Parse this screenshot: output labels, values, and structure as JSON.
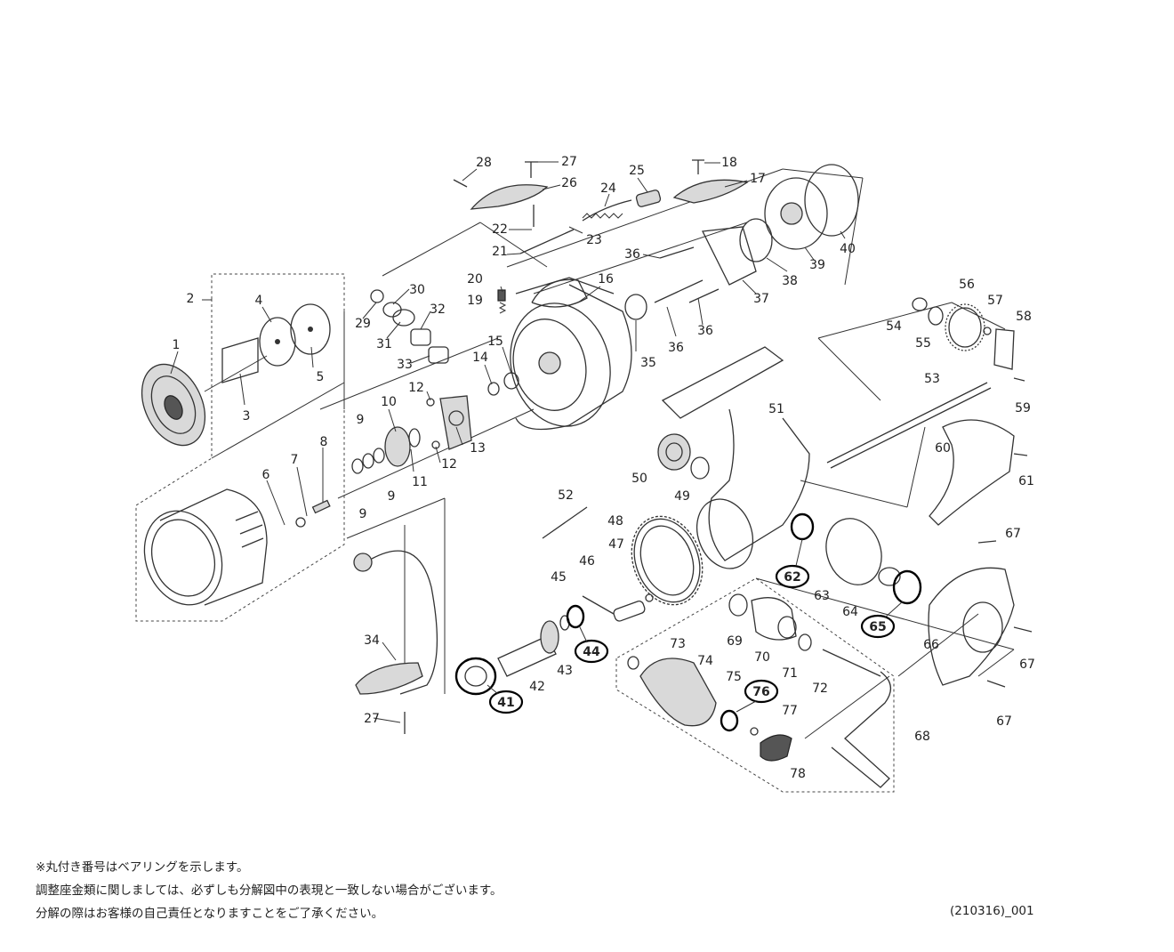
{
  "part_labels": [
    {
      "id": "p1",
      "num": "1"
    },
    {
      "id": "p2",
      "num": "2"
    },
    {
      "id": "p3",
      "num": "3"
    },
    {
      "id": "p4",
      "num": "4"
    },
    {
      "id": "p5",
      "num": "5"
    },
    {
      "id": "p6",
      "num": "6"
    },
    {
      "id": "p7",
      "num": "7"
    },
    {
      "id": "p8",
      "num": "8"
    },
    {
      "id": "p9a",
      "num": "9"
    },
    {
      "id": "p9b",
      "num": "9"
    },
    {
      "id": "p9c",
      "num": "9"
    },
    {
      "id": "p10",
      "num": "10"
    },
    {
      "id": "p11",
      "num": "11"
    },
    {
      "id": "p12a",
      "num": "12"
    },
    {
      "id": "p12b",
      "num": "12"
    },
    {
      "id": "p13",
      "num": "13"
    },
    {
      "id": "p14",
      "num": "14"
    },
    {
      "id": "p15",
      "num": "15"
    },
    {
      "id": "p16",
      "num": "16"
    },
    {
      "id": "p17",
      "num": "17"
    },
    {
      "id": "p18",
      "num": "18"
    },
    {
      "id": "p19",
      "num": "19"
    },
    {
      "id": "p20",
      "num": "20"
    },
    {
      "id": "p21",
      "num": "21"
    },
    {
      "id": "p22",
      "num": "22"
    },
    {
      "id": "p23",
      "num": "23"
    },
    {
      "id": "p24",
      "num": "24"
    },
    {
      "id": "p25",
      "num": "25"
    },
    {
      "id": "p26",
      "num": "26"
    },
    {
      "id": "p27a",
      "num": "27"
    },
    {
      "id": "p27b",
      "num": "27"
    },
    {
      "id": "p28",
      "num": "28"
    },
    {
      "id": "p29",
      "num": "29"
    },
    {
      "id": "p30",
      "num": "30"
    },
    {
      "id": "p31",
      "num": "31"
    },
    {
      "id": "p32",
      "num": "32"
    },
    {
      "id": "p33",
      "num": "33"
    },
    {
      "id": "p34",
      "num": "34"
    },
    {
      "id": "p35",
      "num": "35"
    },
    {
      "id": "p36a",
      "num": "36"
    },
    {
      "id": "p36b",
      "num": "36"
    },
    {
      "id": "p36c",
      "num": "36"
    },
    {
      "id": "p37",
      "num": "37"
    },
    {
      "id": "p38",
      "num": "38"
    },
    {
      "id": "p39",
      "num": "39"
    },
    {
      "id": "p40",
      "num": "40"
    },
    {
      "id": "p41",
      "num": "41",
      "bearing": true
    },
    {
      "id": "p42",
      "num": "42"
    },
    {
      "id": "p43",
      "num": "43"
    },
    {
      "id": "p44",
      "num": "44",
      "bearing": true
    },
    {
      "id": "p45",
      "num": "45"
    },
    {
      "id": "p46",
      "num": "46"
    },
    {
      "id": "p47",
      "num": "47"
    },
    {
      "id": "p48",
      "num": "48"
    },
    {
      "id": "p49",
      "num": "49"
    },
    {
      "id": "p50",
      "num": "50"
    },
    {
      "id": "p51",
      "num": "51"
    },
    {
      "id": "p52",
      "num": "52"
    },
    {
      "id": "p53",
      "num": "53"
    },
    {
      "id": "p54",
      "num": "54"
    },
    {
      "id": "p55",
      "num": "55"
    },
    {
      "id": "p56",
      "num": "56"
    },
    {
      "id": "p57",
      "num": "57"
    },
    {
      "id": "p58",
      "num": "58"
    },
    {
      "id": "p59",
      "num": "59"
    },
    {
      "id": "p60",
      "num": "60"
    },
    {
      "id": "p61",
      "num": "61"
    },
    {
      "id": "p62",
      "num": "62",
      "bearing": true
    },
    {
      "id": "p63",
      "num": "63"
    },
    {
      "id": "p64",
      "num": "64"
    },
    {
      "id": "p65",
      "num": "65",
      "bearing": true
    },
    {
      "id": "p66",
      "num": "66"
    },
    {
      "id": "p67a",
      "num": "67"
    },
    {
      "id": "p67b",
      "num": "67"
    },
    {
      "id": "p67c",
      "num": "67"
    },
    {
      "id": "p68",
      "num": "68"
    },
    {
      "id": "p69",
      "num": "69"
    },
    {
      "id": "p70",
      "num": "70"
    },
    {
      "id": "p71",
      "num": "71"
    },
    {
      "id": "p72",
      "num": "72"
    },
    {
      "id": "p73",
      "num": "73"
    },
    {
      "id": "p74",
      "num": "74"
    },
    {
      "id": "p75",
      "num": "75"
    },
    {
      "id": "p76",
      "num": "76",
      "bearing": true
    },
    {
      "id": "p77",
      "num": "77"
    },
    {
      "id": "p78",
      "num": "78"
    }
  ],
  "notes": {
    "line1": "※丸付き番号はベアリングを示します。",
    "line2": "調整座金類に関しましては、必ずしも分解図中の表現と一致しない場合がございます。",
    "line3": "分解の際はお客様の自己責任となりますことをご了承ください。"
  },
  "diagram_code": "(210316)_001"
}
